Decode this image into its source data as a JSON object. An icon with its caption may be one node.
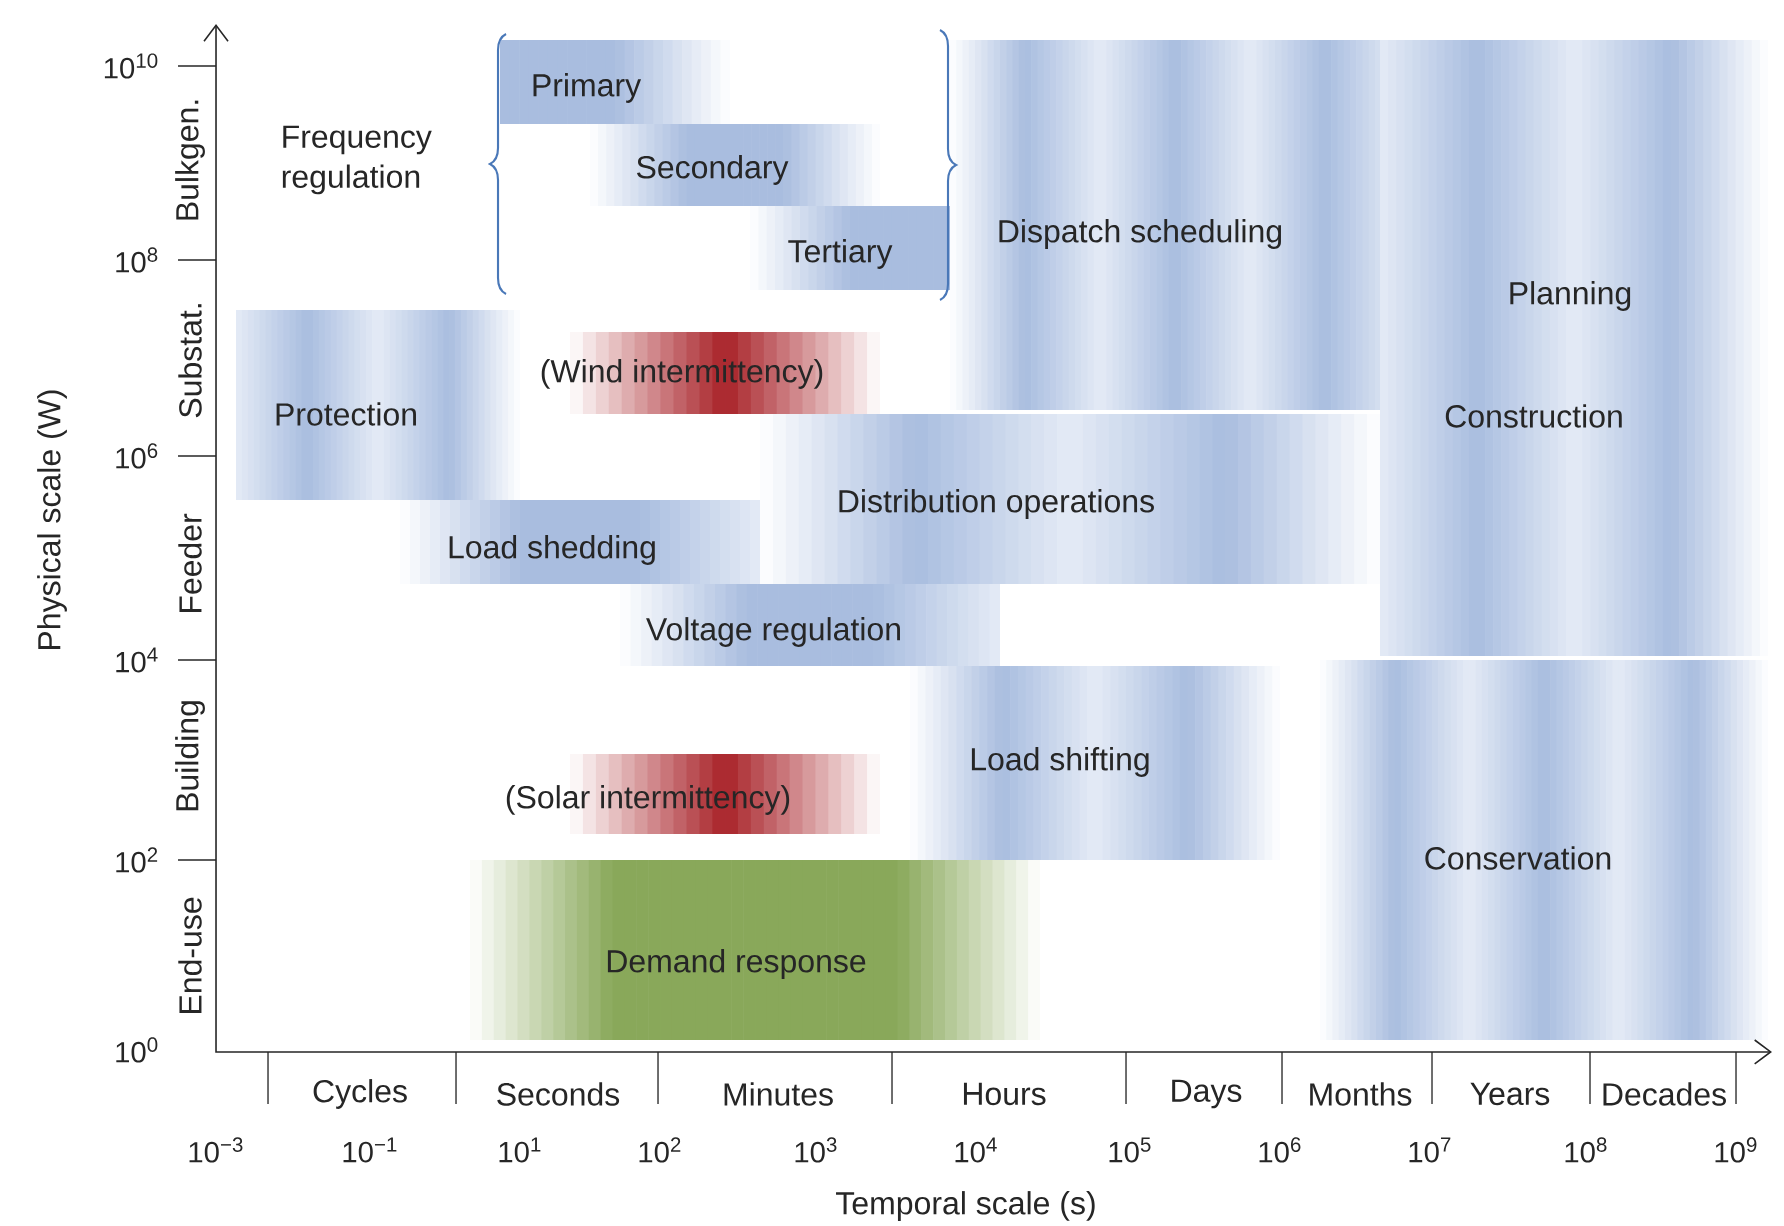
{
  "diagram": {
    "nodes": [
      {
        "text": [
          "Primary"
        ]
      },
      {
        "text": [
          "Secondary"
        ]
      },
      {
        "text": [
          "Tertiary"
        ]
      },
      {
        "text": [
          "Dispatch scheduling"
        ]
      },
      {
        "text": [
          "Planning",
          "Construction"
        ]
      },
      {
        "text": [
          "Protection"
        ]
      },
      {
        "text": [
          "(Wind intermittency)"
        ]
      },
      {
        "text": [
          "Distribution operations"
        ]
      },
      {
        "text": [
          "Load shedding"
        ]
      },
      {
        "text": [
          "Voltage regulation"
        ]
      },
      {
        "text": [
          "Load shifting"
        ]
      },
      {
        "text": [
          "(Solar intermittency)"
        ]
      },
      {
        "text": [
          "Conservation"
        ]
      },
      {
        "text": [
          "Demand response"
        ]
      }
    ],
    "labels": [
      "Frequency regulation",
      "10$^{10}$",
      "10$^{8}$",
      "10$^{6}$",
      "10$^{4}$",
      "10$^{2}$",
      "10$^{0}$",
      "Bulkgen.",
      "Substat.",
      "Feeder",
      "Building",
      "End-use",
      "Physical scale (W)",
      "Cycles",
      "Seconds",
      "Minutes",
      "Hours",
      "Days",
      "Months",
      "Years",
      "Decades",
      "10$^{−3}$",
      "10$^{−1}$",
      "10$^{1}$",
      "10$^{2}$",
      "10$^{3}$",
      "10$^{4}$",
      "10$^{5}$",
      "10$^{6}$",
      "10$^{7}$",
      "10$^{8}$",
      "10$^{9}$",
      "Temporal scale (s)"
    ]
  }
}
